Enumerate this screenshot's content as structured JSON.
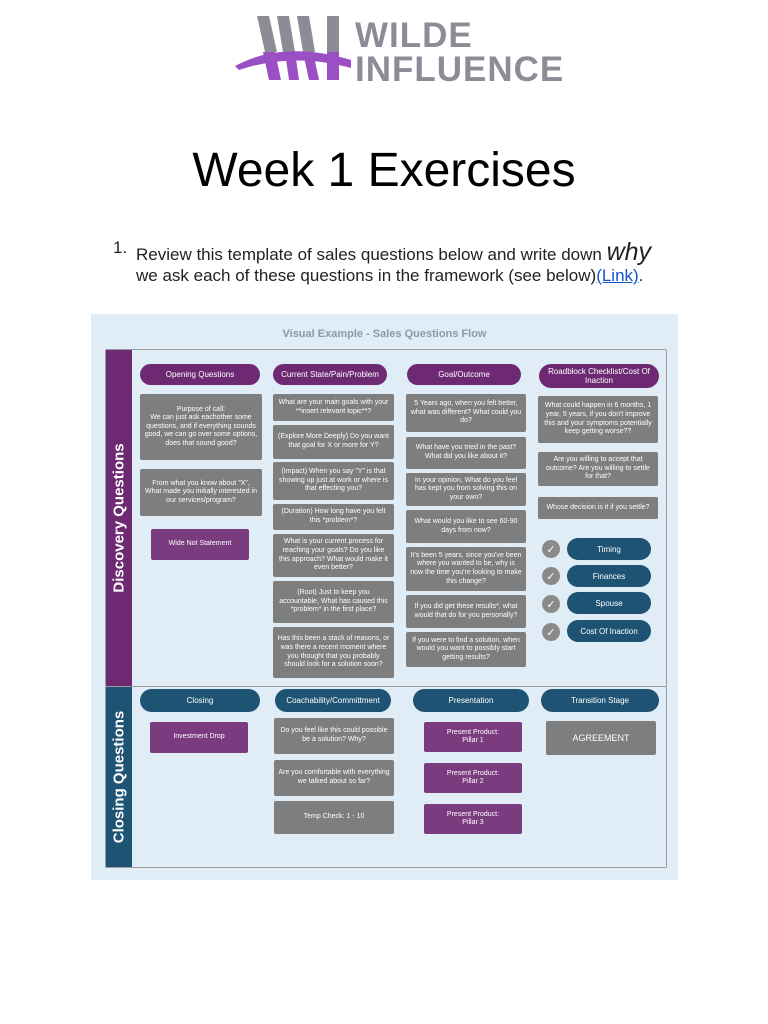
{
  "logo": {
    "line1": "WILDE",
    "line2": "INFLUENCE",
    "colors": {
      "purple": "#9b4fc4",
      "gray": "#8c8c96"
    }
  },
  "title": "Week 1 Exercises",
  "exercise": {
    "number": "1.",
    "text_before": "Review this template of sales questions below and write down ",
    "why": "why",
    "line2_text": "we ask each of these questions in the framework (see below)",
    "link_text": "(Link)",
    "period": "."
  },
  "diagram": {
    "title": "Visual Example - Sales Questions Flow",
    "discovery": {
      "side_label": "Discovery Questions",
      "columns": {
        "opening": {
          "header": "Opening Questions",
          "items": [
            "Purpose of call:\nWe can just ask eachother some questions, and if everything sounds good, we can go over some options, does that sound good?",
            "From what you know about \"X\", What made you initially interested in our services/program?"
          ],
          "statement": "Wide Not Statement"
        },
        "current_state": {
          "header": "Current State/Pain/Problem",
          "items": [
            "What are your main goals with your **insert relevant topic**?",
            "(Explore More Deeply) Do you want that goal for X or more for Y?",
            "(Impact) When you say \"Y\" is that showing up just at work or where is that effecting you?",
            "(Duration) How long have you felt this *problem*?",
            "What is your current process for reaching your goals? Do you like this approach? What would make it even better?",
            "(Root) Just to keep you accountable, What has caused this *problem* in the first place?",
            "Has this been a stack of reasons, or was there a recent moment where you thought that you probably should look for a solution soon?"
          ]
        },
        "goal": {
          "header": "Goal/Outcome",
          "items": [
            "5 Years ago, when you felt better, what was different? What could you do?",
            "What have you tried in the past? What did you like about it?",
            "In your opinion, What do you feel has kept you from solving this on your own?",
            "What would you like to see 60-90 days from now?",
            "It's been 5 years, since you've been where you wanted to be, why is now the time you're looking to make this change?",
            "If you did get these results*, what would that do for you personally?",
            "If you were to find a solution, when would you want to possibly start getting results?"
          ]
        },
        "roadblock": {
          "header": "Roadblock Checklist/Cost Of Inaction",
          "items": [
            "What could happen in 6 months, 1 year, 5 years, if you don't improve this and your symptoms potentially keep getting worse??",
            "Are you willing to accept that outcome? Are you willing to settle for that?",
            "Whose decision is it if you settle?"
          ],
          "checklist": [
            "Timing",
            "Finances",
            "Spouse",
            "Cost Of Inaction"
          ],
          "check_glyph": "✓"
        }
      }
    },
    "closing": {
      "side_label": "Closing Questions",
      "columns": {
        "closing": {
          "header": "Closing",
          "items": [
            "Investment Drop"
          ]
        },
        "coachability": {
          "header": "Coachability/Committment",
          "items": [
            "Do you feel like this could possible be a solution? Why?",
            "Are you comfortable with everything we talked about so far?",
            "Temp Check: 1 - 10"
          ]
        },
        "presentation": {
          "header": "Presentation",
          "items": [
            "Present Product:\nPillar 1",
            "Present Product:\nPillar 2",
            "Present Product:\nPillar 3"
          ]
        },
        "transition": {
          "header": "Transition Stage",
          "items": [
            "AGREEMENT"
          ]
        }
      }
    },
    "colors": {
      "purple": "#6d2a73",
      "navy": "#1e5373",
      "gray_box": "#7e7e7e",
      "background": "#e0edf6"
    }
  }
}
